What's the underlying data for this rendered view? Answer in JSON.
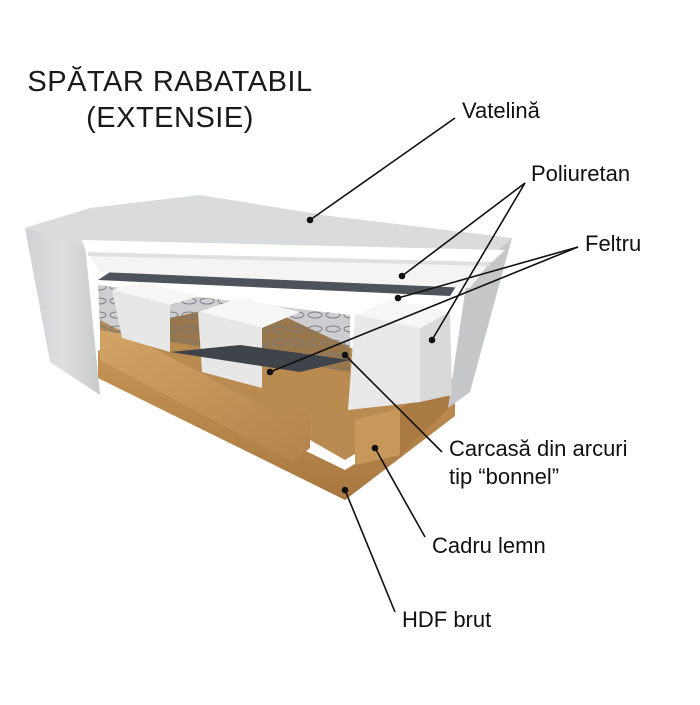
{
  "title": {
    "line1": "SPĂTAR RABATABIL",
    "line2": "(EXTENSIE)"
  },
  "labels": {
    "vatelina": "Vatelină",
    "poliuretan": "Poliuretan",
    "feltru": "Feltru",
    "carcasa_line1": "Carcasă din arcuri",
    "carcasa_line2": "tip “bonnel”",
    "cadru": "Cadru lemn",
    "hdf": "HDF brut"
  },
  "colors": {
    "upholstery": "#d8d9da",
    "foam": "#f1f1f1",
    "felt": "#4a4f57",
    "wood": "#c99a5b",
    "hdf": "#b5864a",
    "leader": "#111111"
  }
}
